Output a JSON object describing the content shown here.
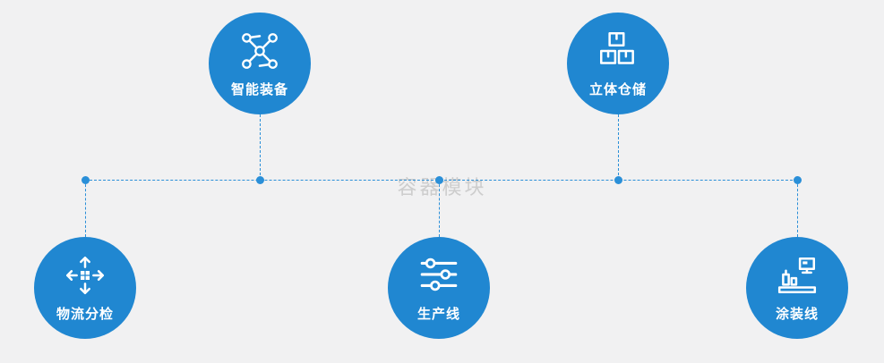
{
  "colors": {
    "background": "#f1f1f2",
    "node": "#2087d1",
    "connector": "#2a8fd8",
    "watermark": "#c7c7c7"
  },
  "watermark": "容器模块",
  "nodes": [
    {
      "id": "smart-equipment",
      "label": "智能装备",
      "icon": "network-nodes-icon",
      "row": "top"
    },
    {
      "id": "stereo-warehouse",
      "label": "立体仓储",
      "icon": "stacked-boxes-icon",
      "row": "top"
    },
    {
      "id": "logistics-sorting",
      "label": "物流分检",
      "icon": "sort-arrows-icon",
      "row": "bottom"
    },
    {
      "id": "production-line",
      "label": "生产线",
      "icon": "sliders-icon",
      "row": "bottom"
    },
    {
      "id": "painting-line",
      "label": "涂装线",
      "icon": "spray-machine-icon",
      "row": "bottom"
    }
  ]
}
